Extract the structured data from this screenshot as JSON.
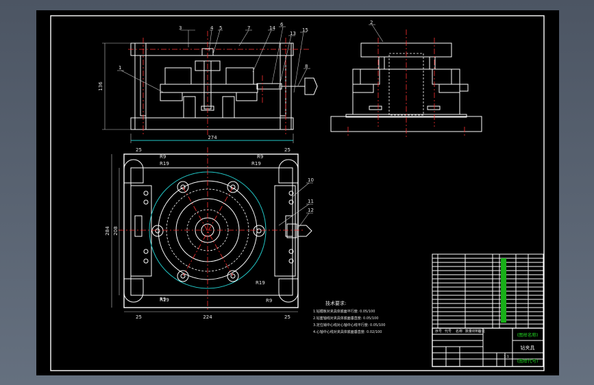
{
  "drawing": {
    "dimensions": {
      "front_height": "136",
      "front_width": "274",
      "plan_left_margin": "25",
      "plan_right_margin": "25",
      "plan_bottom_left_margin": "25",
      "plan_bottom_right_margin": "25",
      "plan_overall_height": "284",
      "plan_inner_height": "208",
      "plan_width": "224",
      "radius_9": "R9",
      "radius_19": "R19"
    },
    "balloons": [
      "3",
      "4",
      "5",
      "7",
      "14",
      "6",
      "13",
      "15",
      "1",
      "8",
      "2",
      "10",
      "11",
      "12"
    ],
    "notes": {
      "title": "技术要求:",
      "items": [
        "1.钻模板对夹具体底面平行度: 0.05/100",
        "2.钻套轴线对夹具体底面垂直度: 0.05/100",
        "3.定位销中心线对心轴中心线平行度: 0.05/100",
        "4.心轴中心线对夹具体底面垂直度: 0.02/100"
      ]
    },
    "title_block": {
      "drawing_name": "钻夹具",
      "box_a": "(图样名称)",
      "box_b": "(图样代号)",
      "scale": "1:1",
      "labels": [
        "序号",
        "代号",
        "名称",
        "数量",
        "材料",
        "备注"
      ]
    }
  }
}
